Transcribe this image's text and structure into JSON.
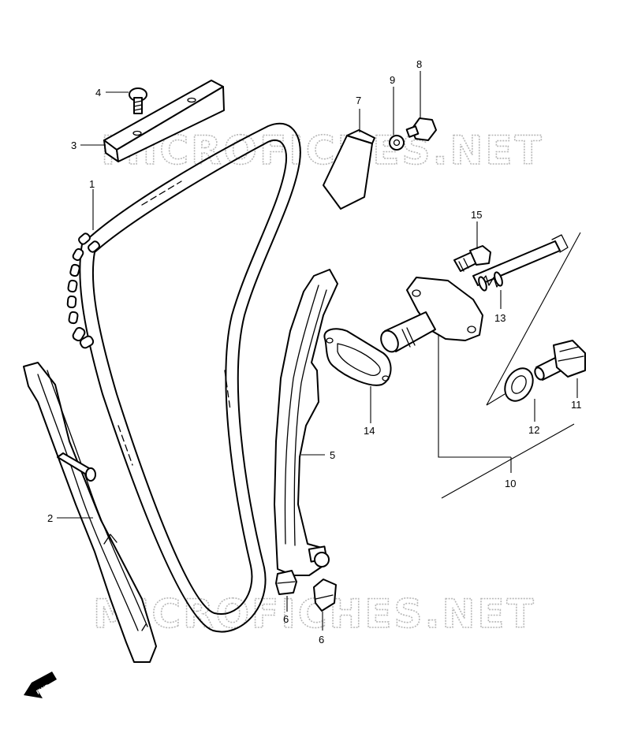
{
  "watermark": {
    "text": "MICROFICHES.NET",
    "color": "#b8b8b8"
  },
  "direction_badge": {
    "text": "FWD"
  },
  "callouts": [
    {
      "id": "1",
      "label": "1"
    },
    {
      "id": "2",
      "label": "2"
    },
    {
      "id": "3",
      "label": "3"
    },
    {
      "id": "4",
      "label": "4"
    },
    {
      "id": "5",
      "label": "5"
    },
    {
      "id": "6a",
      "label": "6"
    },
    {
      "id": "6b",
      "label": "6"
    },
    {
      "id": "7",
      "label": "7"
    },
    {
      "id": "8",
      "label": "8"
    },
    {
      "id": "9",
      "label": "9"
    },
    {
      "id": "10",
      "label": "10"
    },
    {
      "id": "11",
      "label": "11"
    },
    {
      "id": "12",
      "label": "12"
    },
    {
      "id": "13",
      "label": "13"
    },
    {
      "id": "14",
      "label": "14"
    },
    {
      "id": "15",
      "label": "15"
    }
  ]
}
